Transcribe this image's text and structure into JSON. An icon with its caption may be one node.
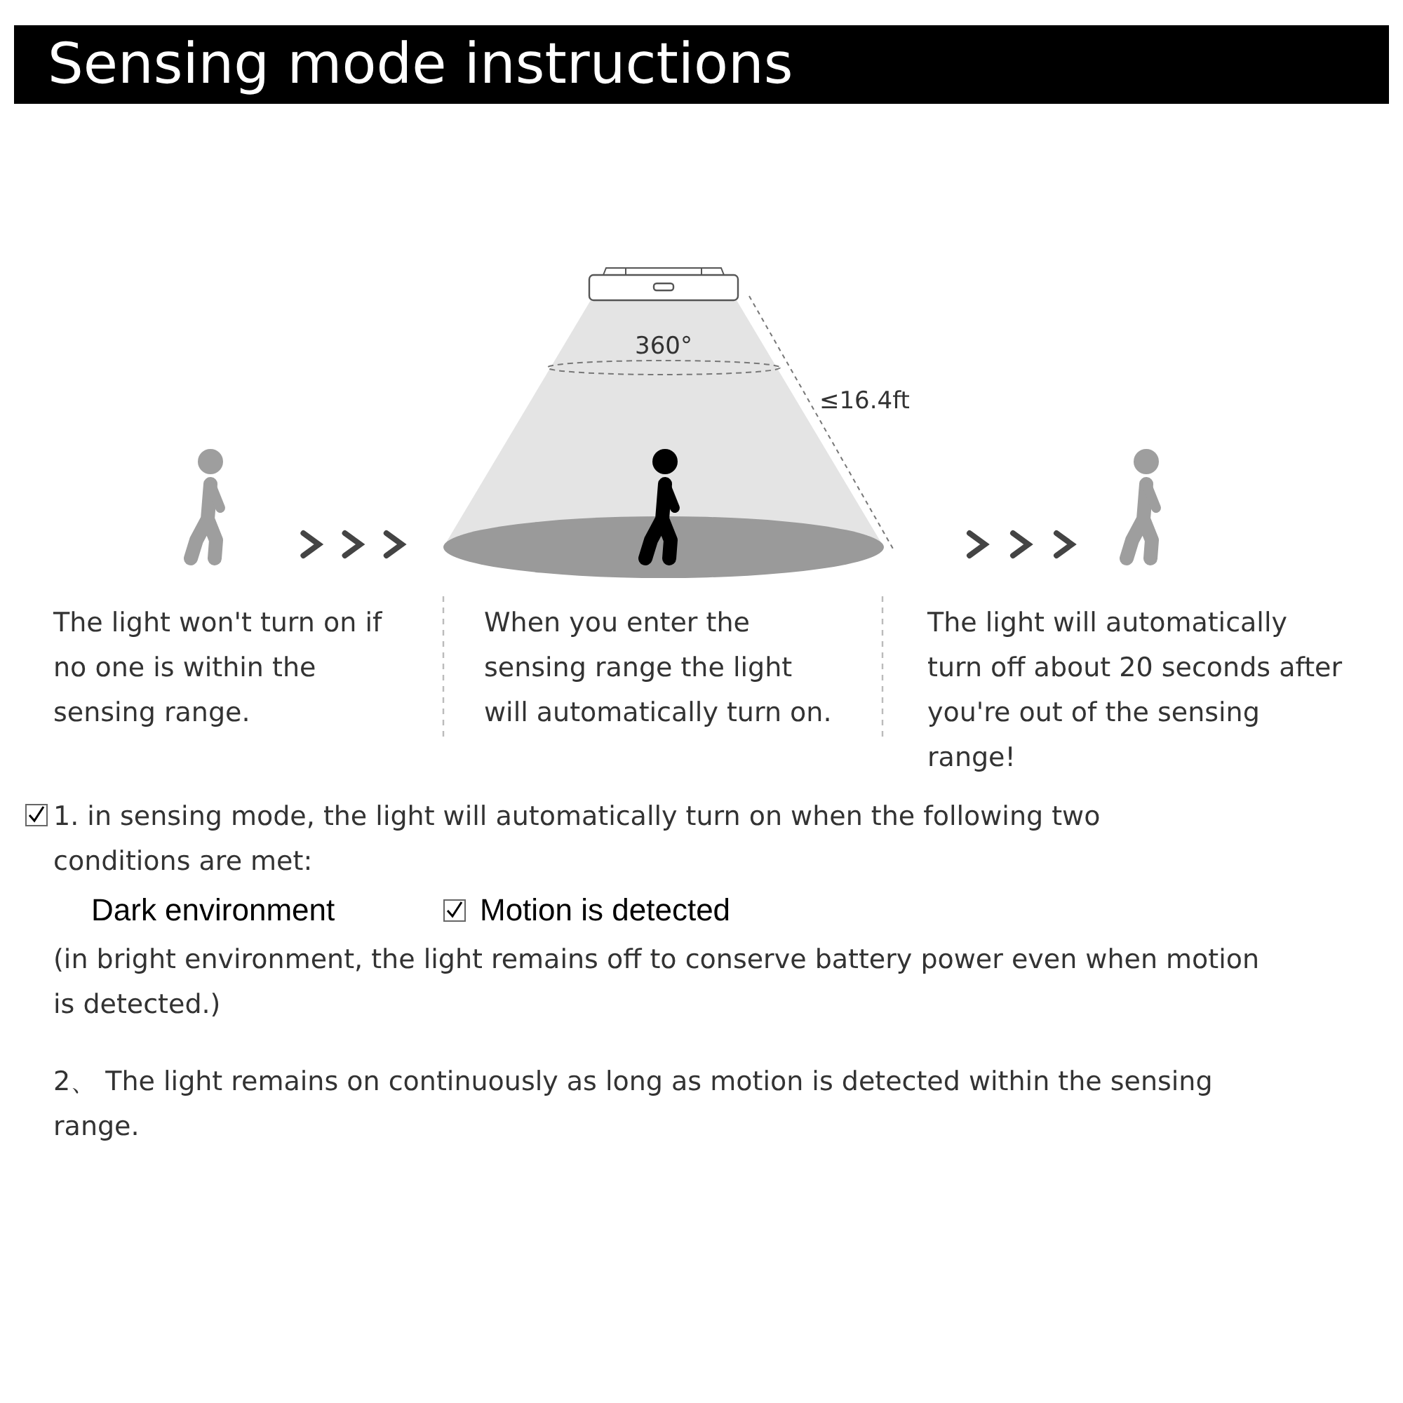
{
  "diagram": {
    "title": "Sensing mode instructions",
    "nodes": [
      {
        "text": [],
        "shape": "person",
        "beside": [
          "The light won't turn on if no one is within the sensing range."
        ]
      },
      {
        "text": [
          "360°",
          "≤16.4ft"
        ],
        "beside": [
          "When you enter the sensing range the light will automatically turn on."
        ]
      },
      {
        "text": [],
        "shape": "person",
        "beside": [
          "The light will automatically turn off about 20 seconds after you're out of the sensing range!"
        ]
      }
    ],
    "edges": [
      {
        "from": 0,
        "to": 1,
        "arrow": "to"
      },
      {
        "from": 1,
        "to": 2,
        "arrow": "to"
      }
    ],
    "labels": [
      "1. in sensing mode, the light will automatically turn on when the following two conditions are met:",
      "Dark environment",
      "Motion is detected",
      "(in bright environment, the light remains off to conserve battery power even when motion is detected.)",
      "2、 The light remains on continuously as long as motion is detected within the sensing range."
    ]
  }
}
